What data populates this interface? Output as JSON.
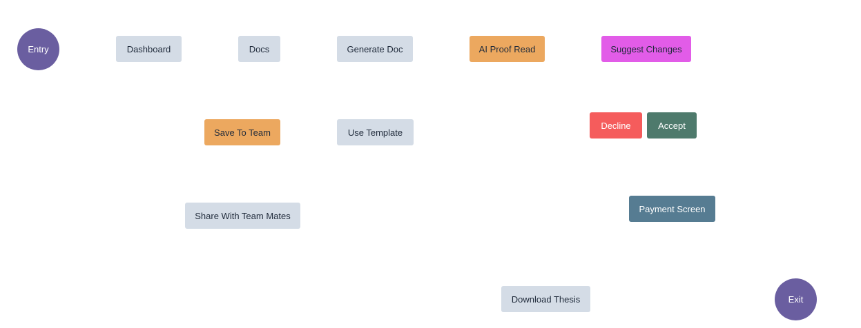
{
  "nodes": {
    "entry": "Entry",
    "dashboard": "Dashboard",
    "docs": "Docs",
    "generate_doc": "Generate Doc",
    "ai_proof_read": "AI Proof Read",
    "suggest_changes": "Suggest Changes",
    "save_to_team": "Save To Team",
    "use_template": "Use Template",
    "decline": "Decline",
    "accept": "Accept",
    "share_with_team_mates": "Share With Team Mates",
    "payment_screen": "Payment Screen",
    "download_thesis": "Download Thesis",
    "exit": "Exit"
  },
  "colors": {
    "neutral": "#d4dce6",
    "orange": "#eca85f",
    "magenta": "#e25ce8",
    "red": "#f55c5c",
    "green": "#4e7a6c",
    "steel": "#567c92",
    "purple": "#6a5ea0"
  }
}
